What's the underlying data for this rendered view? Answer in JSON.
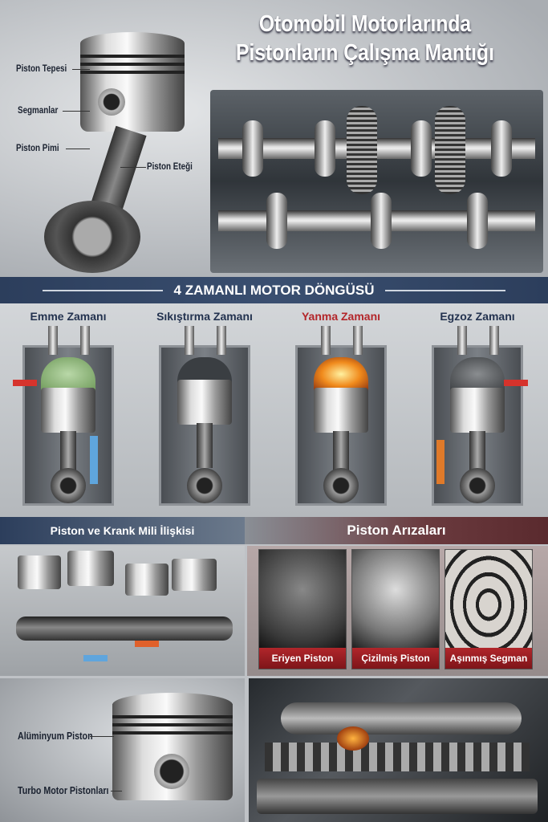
{
  "title": {
    "line1": "Otomobil Motorlarında",
    "line2": "Pistonların Çalışma Mantığı"
  },
  "piston_labels": {
    "top": "Piston Tepesi",
    "rings": "Segmanlar",
    "pin": "Piston Pimi",
    "skirt": "Piston Eteği"
  },
  "cycle": {
    "banner": "4 ZAMANLI MOTOR DÖNGÜSÜ",
    "strokes": [
      {
        "name": "Emme Zamanı",
        "color": "#23324f"
      },
      {
        "name": "Sıkıştırma Zamanı",
        "color": "#23324f"
      },
      {
        "name": "Yanma Zamanı",
        "color": "#b3262a"
      },
      {
        "name": "Egzoz Zamanı",
        "color": "#23324f"
      }
    ]
  },
  "crank_section": {
    "title": "Piston ve Krank Mili İlişkisi"
  },
  "failures": {
    "title": "Piston Arızaları",
    "items": [
      {
        "label": "Eriyen Piston"
      },
      {
        "label": "Çizilmiş Piston"
      },
      {
        "label": "Aşınmış Segman"
      }
    ]
  },
  "bottom_labels": {
    "aluminum": "Alüminyum Piston",
    "turbo": "Turbo Motor Pistonları"
  }
}
